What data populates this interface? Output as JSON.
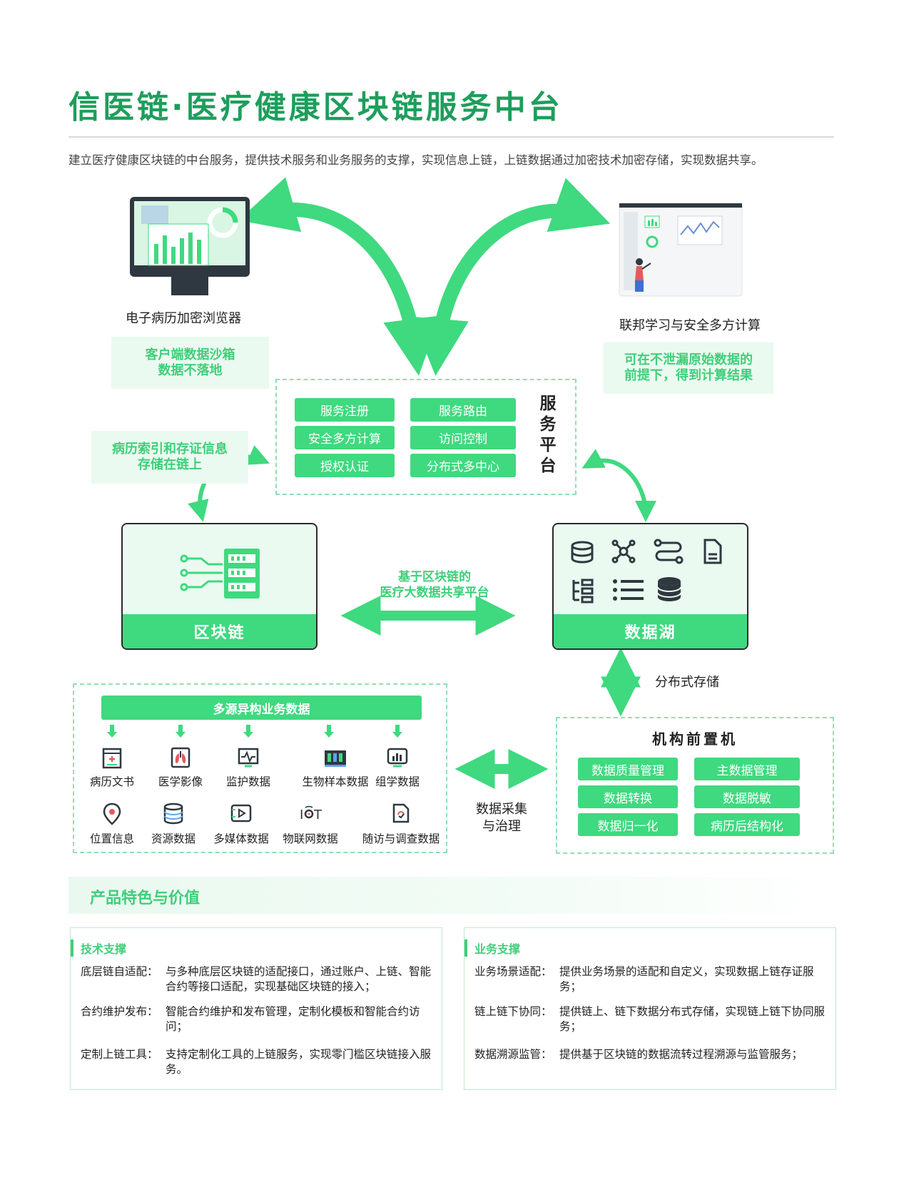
{
  "title": "信医链·医疗健康区块链服务中台",
  "subtitle": "建立医疗健康区块链的中台服务，提供技术服务和业务服务的支撑，实现信息上链，上链数据通过加密技术加密存储，实现数据共享。",
  "browser": {
    "label": "电子病历加密浏览器",
    "note_line1": "客户端数据沙箱",
    "note_line2": "数据不落地"
  },
  "federated": {
    "label": "联邦学习与安全多方计算",
    "note_line1": "可在不泄漏原始数据的",
    "note_line2": "前提下，得到计算结果"
  },
  "chain_note": {
    "line1": "病历索引和存证信息",
    "line2": "存储在链上"
  },
  "service_platform": {
    "title_chars": [
      "服",
      "务",
      "平",
      "台"
    ],
    "items": [
      "服务注册",
      "服务路由",
      "安全多方计算",
      "访问控制",
      "授权认证",
      "分布式多中心"
    ]
  },
  "blockchain": {
    "label": "区块链"
  },
  "sharing": {
    "line1": "基于区块链的",
    "line2": "医疗大数据共享平台"
  },
  "datalake": {
    "label": "数据湖"
  },
  "storage_label": "分布式存储",
  "sources": {
    "header": "多源异构业务数据",
    "row1": [
      "病历文书",
      "医学影像",
      "监护数据",
      "生物样本数据",
      "组学数据"
    ],
    "row2": [
      "位置信息",
      "资源数据",
      "多媒体数据",
      "物联网数据",
      "随访与调查数据"
    ]
  },
  "collect": {
    "line1": "数据采集",
    "line2": "与治理"
  },
  "frontend": {
    "title": "机构前置机",
    "items": [
      "数据质量管理",
      "主数据管理",
      "数据转换",
      "数据脱敏",
      "数据归一化",
      "病历后结构化"
    ]
  },
  "features": {
    "title": "产品特色与价值",
    "tech": {
      "header": "技术支撑",
      "rows": [
        {
          "k": "底层链自适配：",
          "v": "与多种底层区块链的适配接口，通过账户、上链、智能合约等接口适配，实现基础区块链的接入；"
        },
        {
          "k": "合约维护发布：",
          "v": "智能合约维护和发布管理，定制化模板和智能合约访问；"
        },
        {
          "k": "定制上链工具：",
          "v": "支持定制化工具的上链服务，实现零门槛区块链接入服务。"
        }
      ]
    },
    "biz": {
      "header": "业务支撑",
      "rows": [
        {
          "k": "业务场景适配：",
          "v": "提供业务场景的适配和自定义，实现数据上链存证服务；"
        },
        {
          "k": "链上链下协同：",
          "v": "提供链上、链下数据分布式存储，实现链上链下协同服务；"
        },
        {
          "k": "数据溯源监管：",
          "v": "提供基于区块链的数据流转过程溯源与监管服务；"
        }
      ]
    }
  },
  "colors": {
    "accent": "#3fd97f",
    "title_green": "#1e9e5c",
    "light_bg": "#eafaf0"
  }
}
